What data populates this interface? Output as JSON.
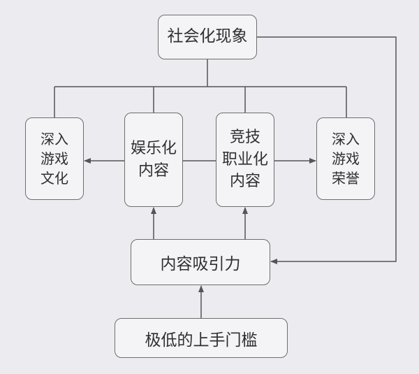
{
  "nodes": {
    "social": "社会化现象",
    "culture": "深入\n游戏\n文化",
    "entertainment": "娱乐化\n内容",
    "esports": "竞技\n职业化\n内容",
    "honor": "深入\n游戏\n荣誉",
    "appeal": "内容吸引力",
    "threshold": "极低的上手门槛"
  },
  "colors": {
    "line": "#555555",
    "node_border": "#6e6e6e",
    "node_fill": "#f4f4f6",
    "text": "#2f2f2f",
    "background": "#ececf0"
  }
}
